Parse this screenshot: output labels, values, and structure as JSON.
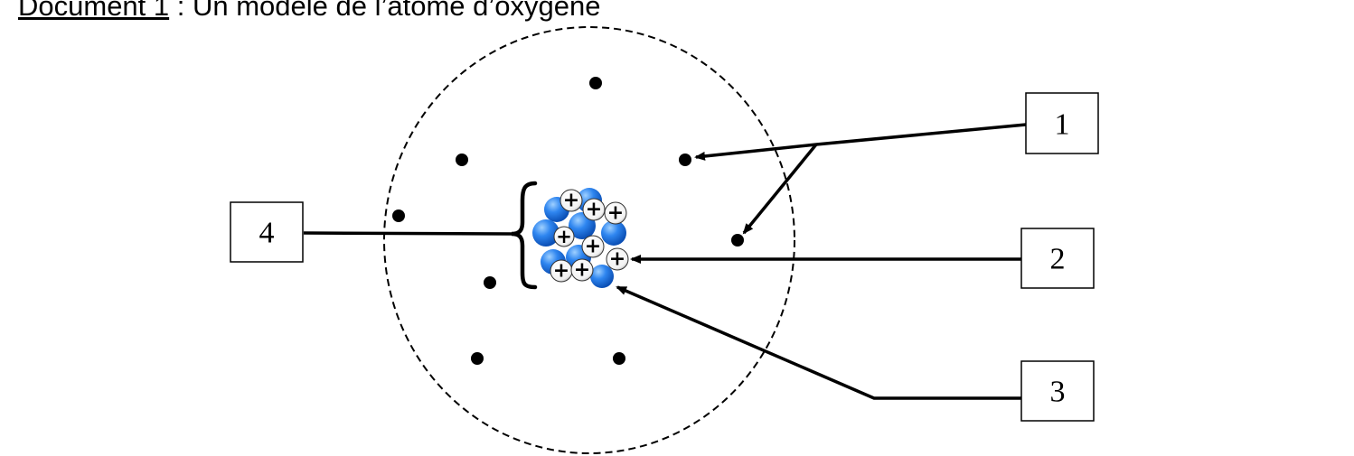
{
  "caption": {
    "prefix": "Document 1",
    "separator": " : ",
    "text": "Un modèle de l’atome d’oxygène"
  },
  "labels": [
    "1",
    "2",
    "3",
    "4"
  ],
  "proton_symbol": "+",
  "colors": {
    "neutron": "#1f73e0",
    "neutron_highlight": "#8fc3ff",
    "proton": "#ffffff",
    "ink": "#000000"
  }
}
